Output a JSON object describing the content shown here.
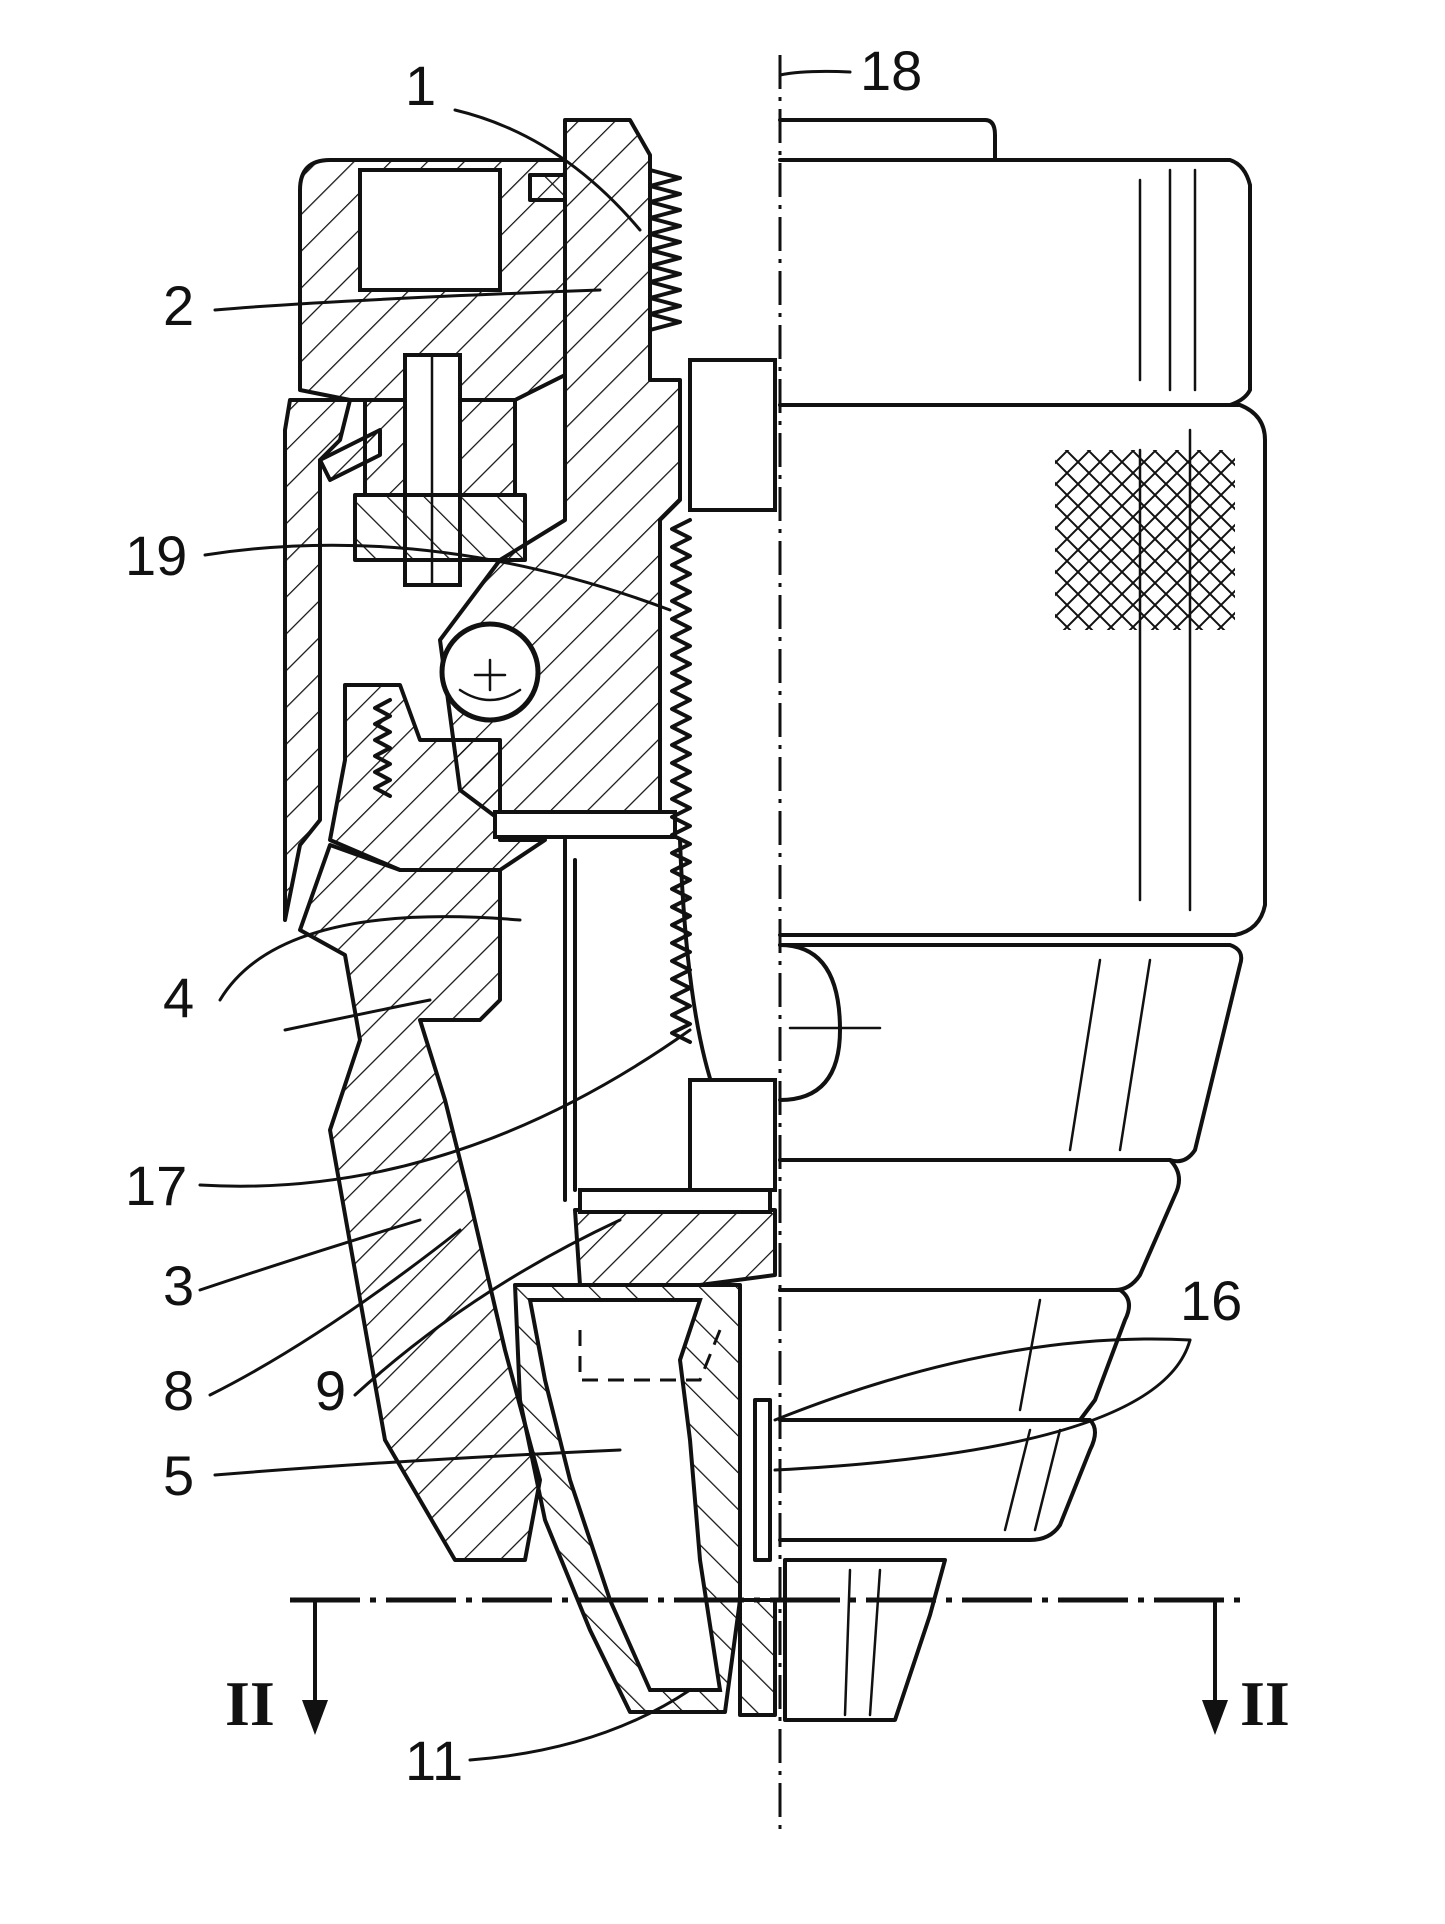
{
  "figure": {
    "reference_numerals": [
      {
        "id": "n1",
        "text": "1"
      },
      {
        "id": "n2",
        "text": "2"
      },
      {
        "id": "n3",
        "text": "3"
      },
      {
        "id": "n4",
        "text": "4"
      },
      {
        "id": "n5",
        "text": "5"
      },
      {
        "id": "n8",
        "text": "8"
      },
      {
        "id": "n9",
        "text": "9"
      },
      {
        "id": "n11",
        "text": "11"
      },
      {
        "id": "n16",
        "text": "16"
      },
      {
        "id": "n17",
        "text": "17"
      },
      {
        "id": "n18",
        "text": "18"
      },
      {
        "id": "n19",
        "text": "19"
      }
    ],
    "section_marks": {
      "left": "II",
      "right": "II"
    }
  },
  "colors": {
    "ink": "#111111",
    "paper": "#ffffff"
  }
}
